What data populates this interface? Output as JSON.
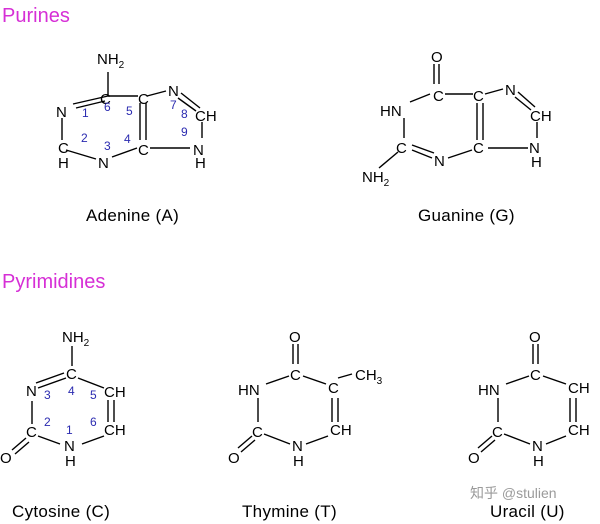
{
  "colors": {
    "section_heading": "#d62fd6",
    "ring_nitrogen_H": "#d11f1f",
    "position_number": "#2b2bb0",
    "watermark": "#9a9a9a"
  },
  "sections": {
    "purines": "Purines",
    "pyrimidines": "Pyrimidines"
  },
  "molecules": {
    "adenine": {
      "name": "Adenine  (A)",
      "amine": "NH",
      "amine_sub": "2",
      "numbers": [
        "1",
        "2",
        "3",
        "4",
        "5",
        "6",
        "7",
        "8",
        "9"
      ]
    },
    "guanine": {
      "name": "Guanine  (G)",
      "carbonyl_o": "O",
      "amine": "NH",
      "amine_sub": "2"
    },
    "cytosine": {
      "name": "Cytosine  (C)",
      "amine": "NH",
      "amine_sub": "2",
      "numbers": [
        "1",
        "2",
        "3",
        "4",
        "5",
        "6"
      ]
    },
    "thymine": {
      "name": "Thymine  (T)",
      "methyl": "CH",
      "methyl_sub": "3"
    },
    "uracil": {
      "name": "Uracil  (U)"
    }
  },
  "atoms": {
    "N": "N",
    "C": "C",
    "H": "H",
    "O": "O",
    "CH": "CH",
    "HN": "HN"
  },
  "watermark": "知乎 @stulien"
}
